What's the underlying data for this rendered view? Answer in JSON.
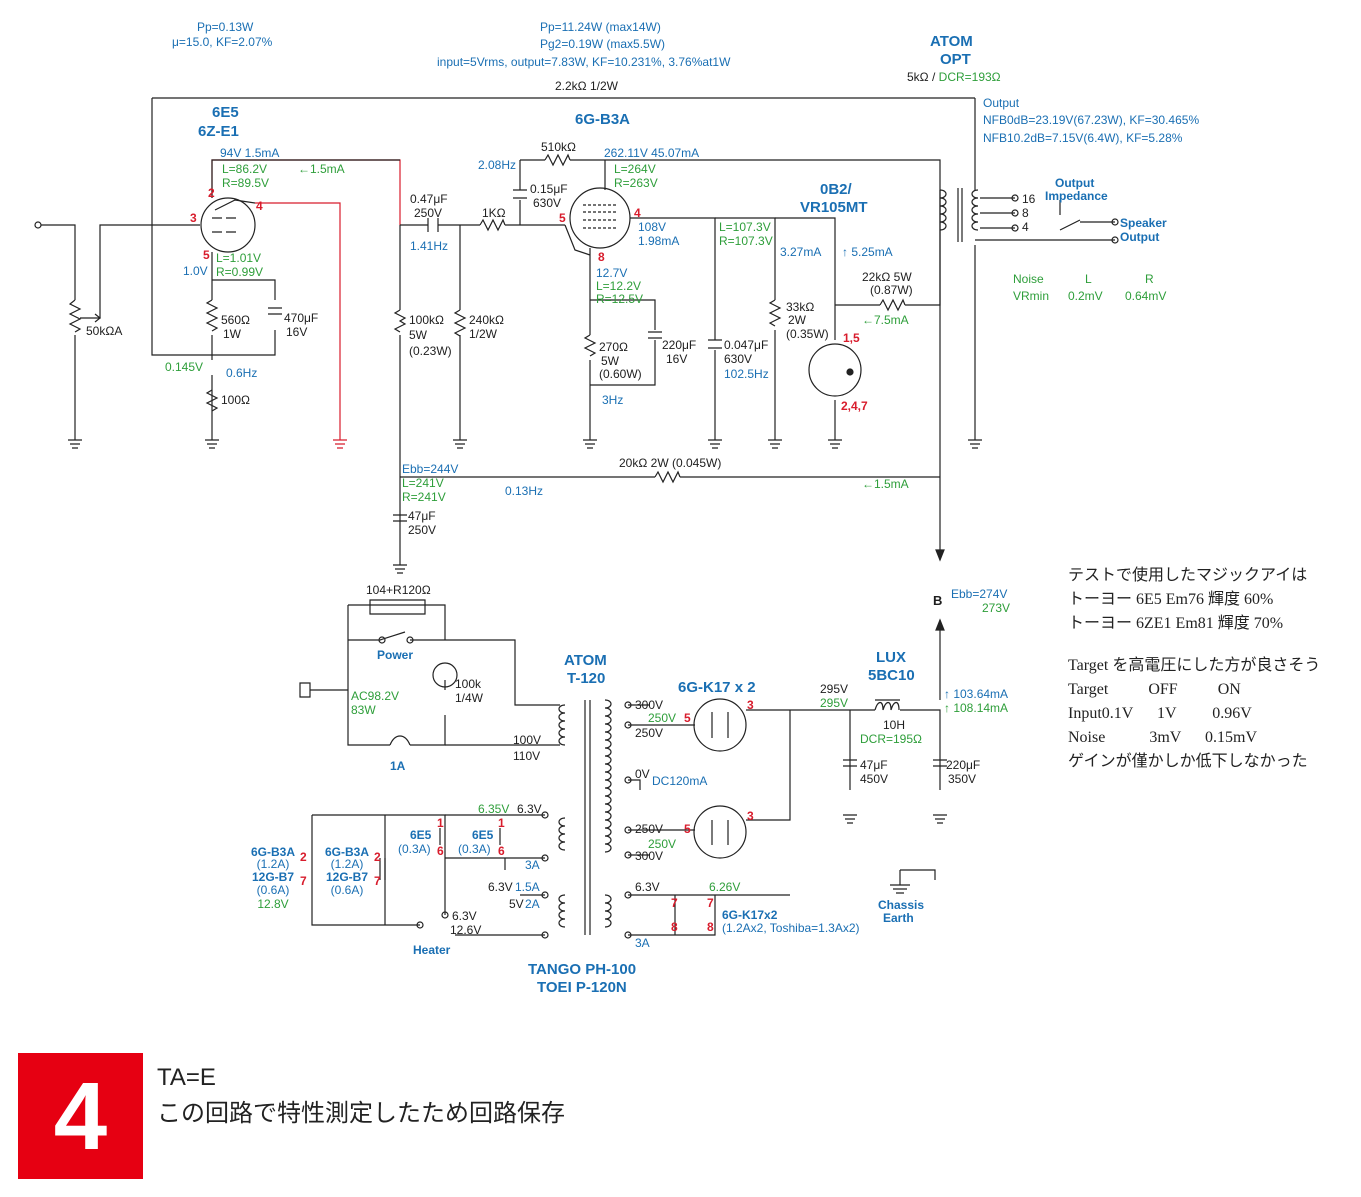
{
  "colors": {
    "blue": "#1a6fb3",
    "green": "#2e9e3a",
    "red": "#d81c2c",
    "wire": "#222222",
    "badge": "#e60012"
  },
  "top": {
    "pp1": "Pp=0.13W",
    "mu": "μ=15.0, KF=2.07%",
    "pp2": "Pp=11.24W (max14W)",
    "pg2": "Pg2=0.19W (max5.5W)",
    "io": "input=5Vrms, output=7.83W, KF=10.231%, 3.76%at1W"
  },
  "opt": {
    "name1": "ATOM",
    "name2": "OPT",
    "imp": "5kΩ / ",
    "dcr": "DCR=193Ω",
    "out": "Output",
    "nfb0": "NFB0dB=23.19V(67.23W), KF=30.465%",
    "nfb10": "NFB10.2dB=7.15V(6.4W), KF=5.28%"
  },
  "amp": {
    "fb_res": "2.2kΩ 1/2W",
    "v1_name1": "6E5",
    "v1_name2": "6Z-E1",
    "v1_bias": "94V 1.5mA",
    "v1_l": "L=86.2V",
    "v1_r": "R=89.5V",
    "v1_cur": "←1.5mA",
    "pin2": "2",
    "pin3": "3",
    "pin4": "4",
    "pin5": "5",
    "v1_kl": "L=1.01V",
    "v1_kr": "R=0.99V",
    "v1_k": "1.0V",
    "r560": "560Ω",
    "r560w": "1W",
    "c470": "470μF",
    "c470v": "16V",
    "vr": "50kΩA",
    "v0145": "0.145V",
    "f06": "0.6Hz",
    "r100": "100Ω",
    "c047": "0.47μF",
    "c047v": "250V",
    "f141": "1.41Hz",
    "r100k": "100kΩ",
    "r100kw": "5W",
    "r100kp": "(0.23W)",
    "r240k": "240kΩ",
    "r240kw": "1/2W",
    "v2_name": "6G-B3A",
    "f208": "2.08Hz",
    "r510k": "510kΩ",
    "c015": "0.15μF",
    "c015v": "630V",
    "r1k": "1KΩ",
    "pin5b": "5",
    "pin4b": "4",
    "pin8": "8",
    "v2_pv": "262.11V 45.07mA",
    "v2_l": "L=264V",
    "v2_r": "R=263V",
    "v2_g2": "108V",
    "v2_g2i": "1.98mA",
    "v2_k": "12.7V",
    "v2_kl": "L=12.2V",
    "v2_kr": "R=12.5V",
    "r270": "270Ω",
    "r270w": "5W",
    "r270p": "(0.60W)",
    "c220": "220μF",
    "c220v": "16V",
    "f3": "3Hz",
    "l1073": "L=107.3V",
    "r1073": "R=107.3V",
    "c0047": "0.047μF",
    "c0047v": "630V",
    "f1025": "102.5Hz",
    "i327": "3.27mA",
    "r33k": "33kΩ",
    "r33kw": "2W",
    "r33kp": "(0.35W)",
    "vr_name1": "0B2/",
    "vr_name2": "VR105MT",
    "i525": "↑ 5.25mA",
    "r22k": "22kΩ 5W",
    "r22kp": "(0.87W)",
    "i75": "←7.5mA",
    "pin15": "1,5",
    "pin247": "2,4,7",
    "taps": [
      "16",
      "8",
      "4"
    ],
    "oimp1": "Output",
    "oimp2": "Impedance",
    "spk1": "Speaker",
    "spk2": "Output",
    "noise": "Noise",
    "nL": "L",
    "nR": "R",
    "vrmin": "VRmin",
    "n02": "0.2mV",
    "n064": "0.64mV"
  },
  "supply": {
    "ebb": "Ebb=244V",
    "l241": "L=241V",
    "r241": "R=241V",
    "f013": "0.13Hz",
    "r20k": "20kΩ 2W (0.045W)",
    "i15": "←1.5mA",
    "c47": "47μF",
    "c47v": "250V",
    "b": "B",
    "ebb2": "Ebb=274V",
    "v273": "273V"
  },
  "power": {
    "snub": "104+R120Ω",
    "sw": "Power",
    "lamp": "100k",
    "lampw": "1/4W",
    "ac": "AC98.2V",
    "acw": "83W",
    "fuse": "1A",
    "t1": "ATOM",
    "t2": "T-120",
    "v100": "100V",
    "v110": "110V",
    "s300a": "300V",
    "s250a": "250V",
    "s250ag": "250V",
    "s0": "0V",
    "sdc": "DC120mA",
    "s250b": "250V",
    "s250bg": "250V",
    "s300b": "300V",
    "rect": "6G-K17 x 2",
    "pin5c": "5",
    "pin3c": "3",
    "pin5d": "5",
    "pin3d": "3",
    "v295": "295V",
    "v295g": "295V",
    "ch1": "LUX",
    "ch2": "5BC10",
    "ch3": "10H",
    "chdcr": "DCR=195Ω",
    "i10364": "↑ 103.64mA",
    "i10814": "↑ 108.14mA",
    "c47b": "47μF",
    "c47bv": "450V",
    "c220b": "220μF",
    "c220bv": "350V",
    "h635": "6.35V",
    "h63": "6.3V",
    "h3a": "3A",
    "h63b": "6.3V",
    "h15a": "1.5A",
    "h5v": "5V",
    "h2a": "2A",
    "h63c": "6.3V",
    "h626": "6.26V",
    "h3ab": "3A",
    "sel63": "6.3V",
    "sel126": "12.6V",
    "heater": "Heater",
    "tb1": "6G-B3A",
    "tb2": "(1.2A)",
    "tb3": "12G-B7",
    "tb4": "(0.6A)",
    "tb5": "12.8V",
    "tc1": "6G-B3A",
    "tc2": "(1.2A)",
    "tc3": "12G-B7",
    "tc4": "(0.6A)",
    "e1": "6E5",
    "e1c": "(0.3A)",
    "e2": "6E5",
    "e2c": "(0.3A)",
    "p1a": "1",
    "p6a": "6",
    "p1b": "1",
    "p6b": "6",
    "p2a": "2",
    "p7a": "7",
    "p2b": "2",
    "p7b": "7",
    "p7c": "7",
    "p8c": "8",
    "p7d": "7",
    "p8d": "8",
    "rh1": "6G-K17x2",
    "rh2": "(1.2Ax2, Toshiba=1.3Ax2)",
    "tg1": "TANGO PH-100",
    "tg2": "TOEI P-120N",
    "ch_e1": "Chassis",
    "ch_e2": "Earth"
  },
  "notes": [
    "テストで使用したマジックアイは",
    "トーヨー 6E5  Em76 輝度 60%",
    "トーヨー 6ZE1  Em81 輝度 70%",
    "",
    "Target を高電圧にした方が良さそう",
    "Target          OFF          ON",
    "Input0.1V      1V         0.96V",
    "Noise           3mV      0.15mV",
    "ゲインが僅かしか低下しなかった"
  ],
  "figure": {
    "number": "4",
    "line1": "TA=E",
    "line2": "この回路で特性測定したため回路保存"
  }
}
